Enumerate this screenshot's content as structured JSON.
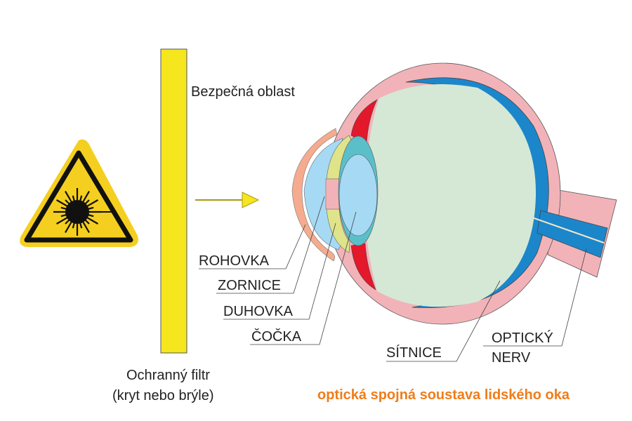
{
  "labels": {
    "safe_zone": "Bezpečná oblast",
    "filter_line1": "Ochranný filtr",
    "filter_line2": "(kryt nebo brýle)",
    "cornea": "ROHOVKA",
    "pupil": "ZORNICE",
    "iris": "DUHOVKA",
    "lens": "ČOČKA",
    "retina": "SÍTNICE",
    "optic_nerve_line1": "OPTICKÝ",
    "optic_nerve_line2": "NERV",
    "caption": "optická spojná soustava lidského oka"
  },
  "colors": {
    "caption": "#ef7d1a",
    "filter": "#f5e61e",
    "sclera": "#f2b3b8",
    "retina": "#1c86cb",
    "vitreous": "#d5e8d6",
    "iris": "#e3182b",
    "lens": "#a6d9f4",
    "capsule": "#5bbfca",
    "cornea": "#f6ab8e",
    "iris_yellow": "#dfe48a",
    "warning": "#f5cf1f"
  },
  "icons": {
    "warning": "laser-warning-icon",
    "arrow": "arrow-right-icon"
  }
}
